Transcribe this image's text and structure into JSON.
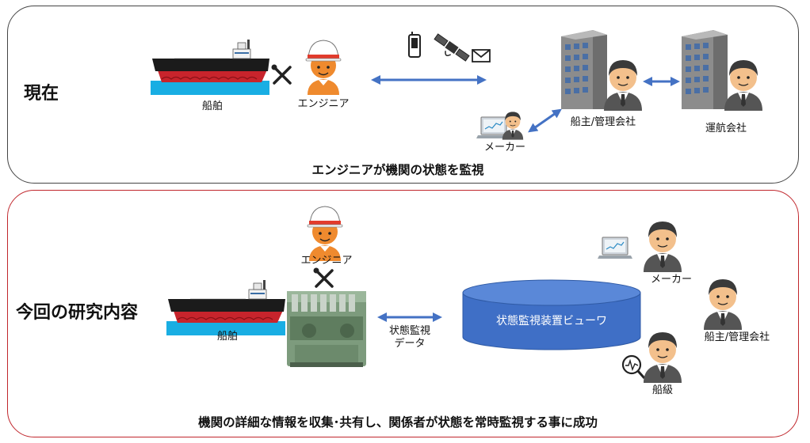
{
  "current": {
    "title": "現在",
    "ship_label": "船舶",
    "engineer_label": "エンジニア",
    "owner_label": "船主/管理会社",
    "operator_label": "運航会社",
    "maker_label": "メーカー",
    "caption": "エンジニアが機関の状態を監視"
  },
  "research": {
    "title": "今回の研究内容",
    "ship_label": "船舶",
    "engineer_label": "エンジニア",
    "data_label_line1": "状態監視",
    "data_label_line2": "データ",
    "viewer_label": "状態監視装置ビューワ",
    "maker_label": "メーカー",
    "owner_label": "船主/管理会社",
    "class_label": "船級",
    "caption": "機関の詳細な情報を収集･共有し、関係者が状態を常時監視する事に成功"
  },
  "colors": {
    "top_border": "#444444",
    "bottom_border": "#c0262c",
    "arrow": "#4472c4",
    "database": "#3f6fc6",
    "helmet": "#e23b2c",
    "engineer_face": "#ef8a2e",
    "hull_red": "#c8242c",
    "hull_black": "#1b1b1b",
    "water": "#19aee3",
    "engine_green": "#7d9b7d"
  }
}
